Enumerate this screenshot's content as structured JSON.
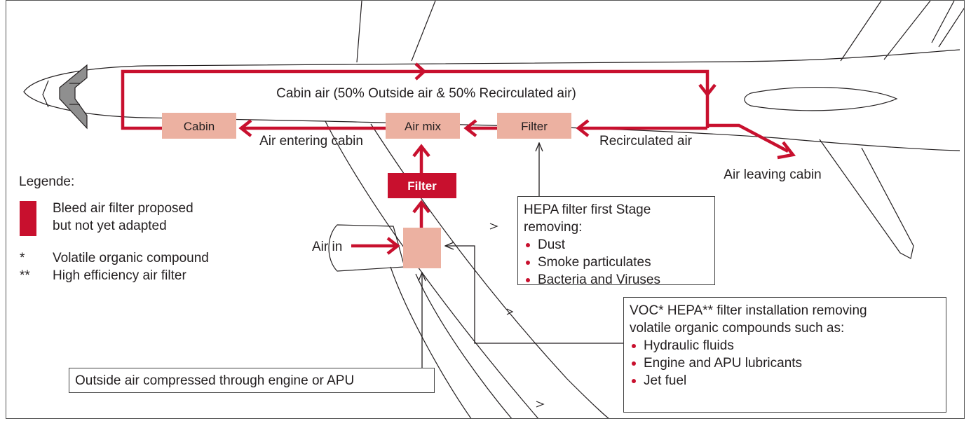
{
  "colors": {
    "accent": "#c8102e",
    "box_fill": "#ecb1a1",
    "outline": "#231f20"
  },
  "flow": {
    "cabin_air": "Cabin air (50% Outside air & 50% Recirculated air)",
    "air_entering_cabin": "Air entering cabin",
    "recirculated_air": "Recirculated air",
    "air_leaving_cabin": "Air leaving cabin",
    "air_in": "Air in"
  },
  "boxes": {
    "cabin": "Cabin",
    "air_mix": "Air mix",
    "filter": "Filter",
    "bleed_filter": "Filter"
  },
  "legend": {
    "title": "Legende:",
    "swatch_line1": "Bleed air filter proposed",
    "swatch_line2": "but not yet adapted",
    "items": [
      {
        "symbol": "*",
        "text": "Volatile organic compound"
      },
      {
        "symbol": "**",
        "text": "High efficiency air filter"
      }
    ]
  },
  "hepa_note": {
    "title": "HEPA filter first Stage removing:",
    "items": [
      "Dust",
      "Smoke particulates",
      "Bacteria and Viruses"
    ]
  },
  "voc_note": {
    "title_line1": "VOC* HEPA** filter installation removing",
    "title_line2": "volatile organic compounds such as:",
    "items": [
      "Hydraulic fluids",
      "Engine and APU lubricants",
      "Jet fuel"
    ]
  },
  "outside_air_label": "Outside air compressed through engine or APU"
}
